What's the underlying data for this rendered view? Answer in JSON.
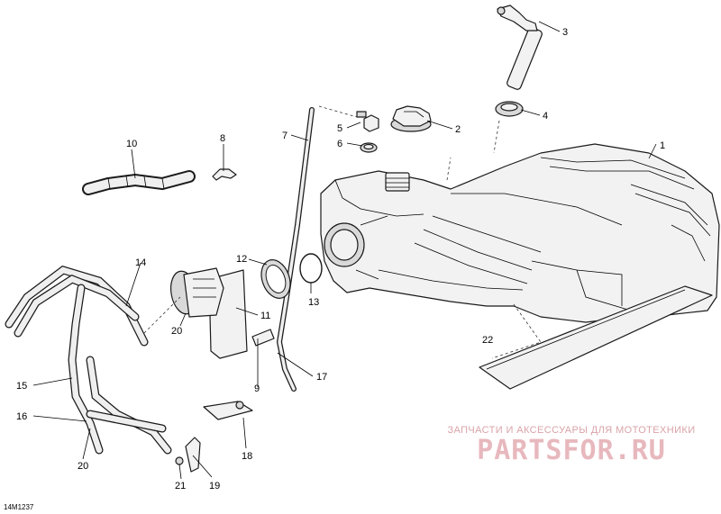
{
  "diagram": {
    "reference_code": "14M1237",
    "callouts": {
      "c1": "1",
      "c2": "2",
      "c3": "3",
      "c4": "4",
      "c5": "5",
      "c6": "6",
      "c7": "7",
      "c8": "8",
      "c9": "9",
      "c10": "10",
      "c11": "11",
      "c12": "12",
      "c13": "13",
      "c14": "14",
      "c15": "15",
      "c16": "16",
      "c17": "17",
      "c18": "18",
      "c19": "19",
      "c20a": "20",
      "c20b": "20",
      "c21": "21",
      "c22": "22"
    }
  },
  "watermark": {
    "tagline": "ЗАПЧАСТИ И АКСЕССУАРЫ ДЛЯ МОТОТЕХНИКИ",
    "brand": "PARTSFOR.RU",
    "color": "#e7b8bd"
  }
}
